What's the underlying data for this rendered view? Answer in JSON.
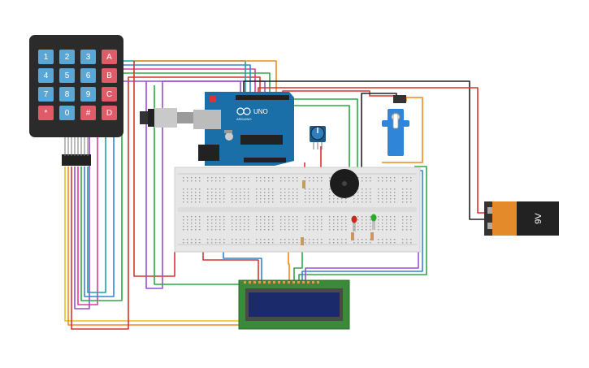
{
  "keypad": {
    "keys": [
      [
        "1",
        "2",
        "3",
        "A"
      ],
      [
        "4",
        "5",
        "6",
        "B"
      ],
      [
        "7",
        "8",
        "9",
        "C"
      ],
      [
        "*",
        "0",
        "#",
        "D"
      ]
    ]
  },
  "arduino": {
    "model": "UNO",
    "brand": "ARDUINO"
  },
  "battery": {
    "label": "9V"
  },
  "colors": {
    "keypad_body": "#2b2b2b",
    "key_blue": "#5aa7d6",
    "key_red": "#e05a68",
    "arduino_blue": "#1b6fa8",
    "breadboard": "#e9e9e9",
    "lcd_pcb": "#3a8a3a",
    "lcd_screen": "#1b2a6b",
    "battery_orange": "#e58a2a",
    "wire_red": "#d8342a",
    "wire_green": "#2fa84a",
    "wire_yellow": "#e3c21b",
    "wire_orange": "#ef8a1d",
    "wire_purple": "#9a4fd0",
    "wire_pink": "#e03a9a",
    "wire_blue": "#2f86d8",
    "wire_teal": "#1aa3a3",
    "wire_black": "#222222"
  }
}
